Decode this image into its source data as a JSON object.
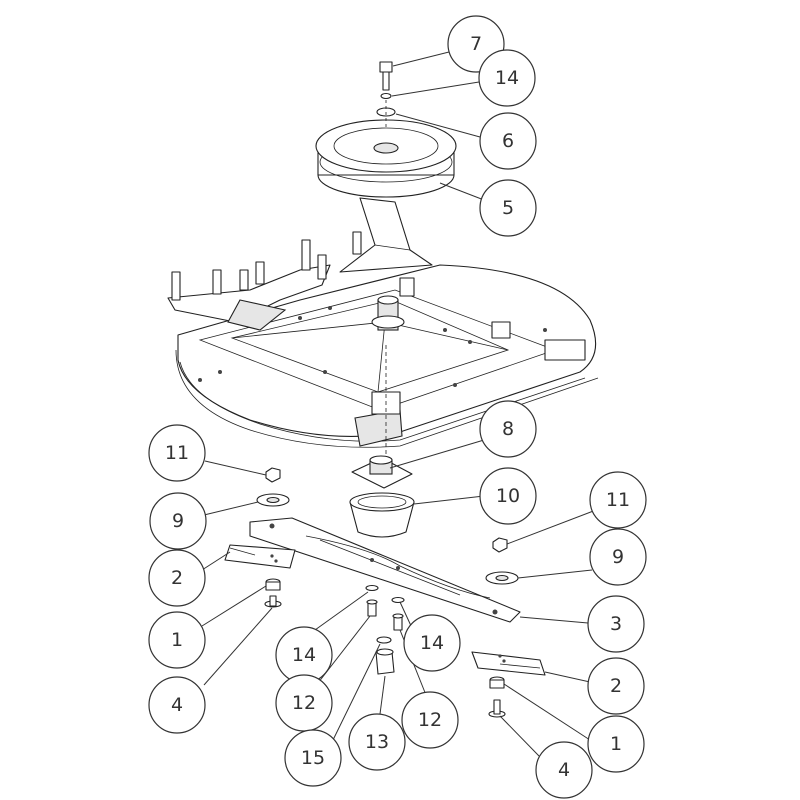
{
  "callouts": [
    {
      "id": "c7a",
      "label": "7"
    },
    {
      "id": "c14a",
      "label": "14"
    },
    {
      "id": "c6",
      "label": "6"
    },
    {
      "id": "c5",
      "label": "5"
    },
    {
      "id": "c8",
      "label": "8"
    },
    {
      "id": "c11a",
      "label": "11"
    },
    {
      "id": "c10",
      "label": "10"
    },
    {
      "id": "c11b",
      "label": "11"
    },
    {
      "id": "c9a",
      "label": "9"
    },
    {
      "id": "c9b",
      "label": "9"
    },
    {
      "id": "c2a",
      "label": "2"
    },
    {
      "id": "c3",
      "label": "3"
    },
    {
      "id": "c1a",
      "label": "1"
    },
    {
      "id": "c14b",
      "label": "14"
    },
    {
      "id": "c14c",
      "label": "14"
    },
    {
      "id": "c2b",
      "label": "2"
    },
    {
      "id": "c4a",
      "label": "4"
    },
    {
      "id": "c12a",
      "label": "12"
    },
    {
      "id": "c12b",
      "label": "12"
    },
    {
      "id": "c1b",
      "label": "1"
    },
    {
      "id": "c15",
      "label": "15"
    },
    {
      "id": "c13",
      "label": "13"
    },
    {
      "id": "c4b",
      "label": "4"
    }
  ]
}
